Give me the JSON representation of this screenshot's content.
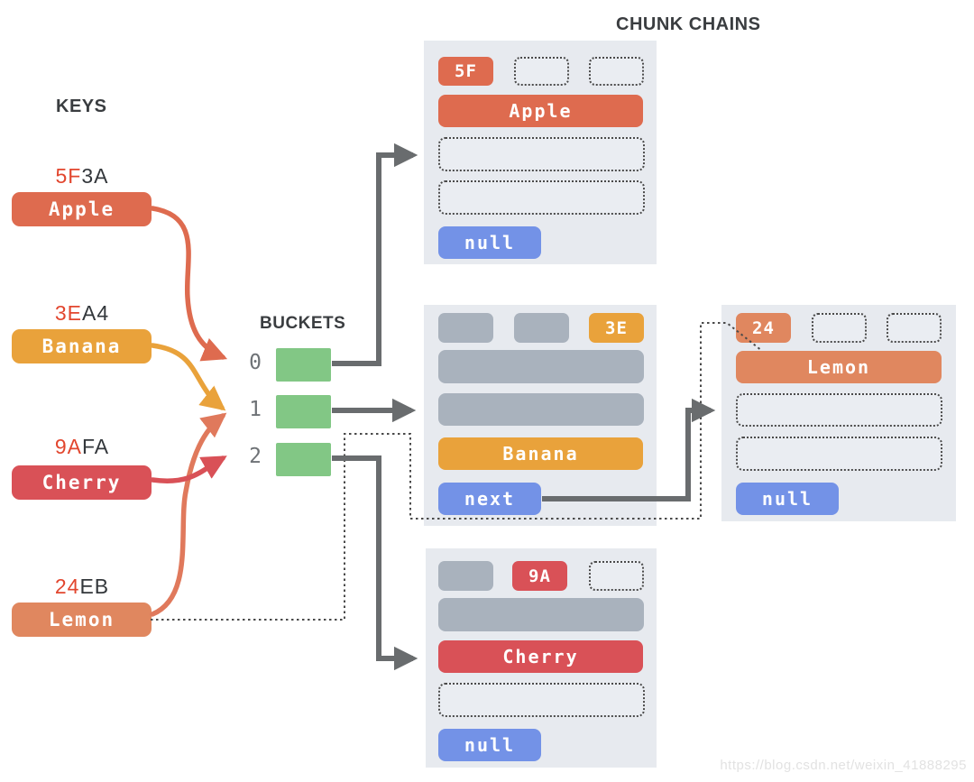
{
  "title": "CHUNK CHAINS",
  "keys": {
    "label": "KEYS",
    "items": [
      {
        "hash_prefix": "5F",
        "hash_suffix": "3A",
        "name": "Apple",
        "bucket": "0"
      },
      {
        "hash_prefix": "3E",
        "hash_suffix": "A4",
        "name": "Banana",
        "bucket": "1"
      },
      {
        "hash_prefix": "9A",
        "hash_suffix": "FA",
        "name": "Cherry",
        "bucket": "2"
      },
      {
        "hash_prefix": "24",
        "hash_suffix": "EB",
        "name": "Lemon",
        "bucket": "1"
      }
    ]
  },
  "buckets": {
    "label": "BUCKETS",
    "indices": [
      "0",
      "1",
      "2"
    ]
  },
  "chunks": {
    "apple": {
      "tag": "5F",
      "value": "Apple",
      "pointer": "null"
    },
    "banana": {
      "tag": "3E",
      "value": "Banana",
      "pointer": "next"
    },
    "cherry": {
      "tag": "9A",
      "value": "Cherry",
      "pointer": "null"
    },
    "lemon": {
      "tag": "24",
      "value": "Lemon",
      "pointer": "null"
    }
  },
  "watermark": "https://blog.csdn.net/weixin_41888295",
  "colors": {
    "salmon": "#de6b4f",
    "lemon_salmon": "#e0875f",
    "orange": "#e9a23b",
    "red": "#d95157",
    "blue": "#7392e7",
    "green": "#82c785",
    "slot_gray": "#a9b2bd",
    "chunk_bg": "#e7eaef",
    "arrow_gray": "#696c6e",
    "hash_red": "#e2462e"
  }
}
